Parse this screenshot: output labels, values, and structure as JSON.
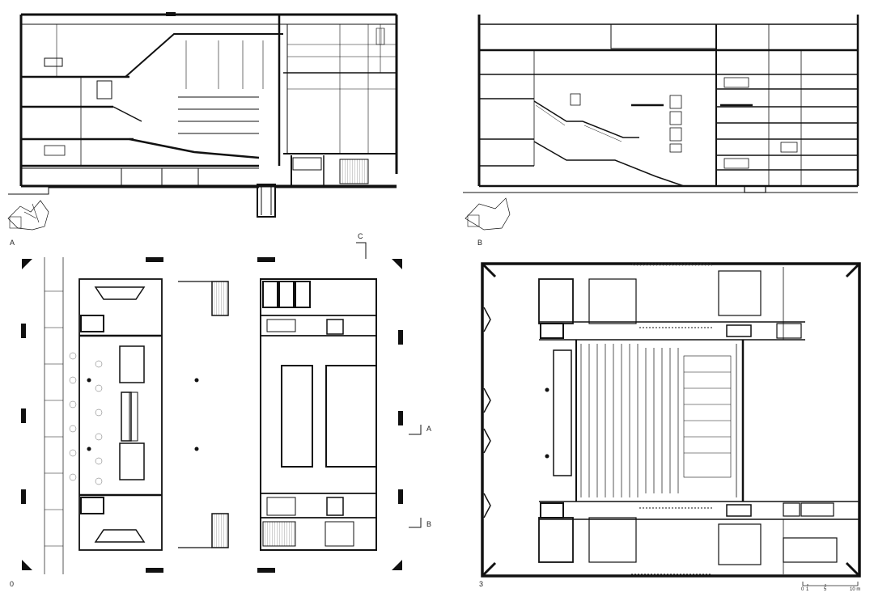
{
  "drawing_labels": {
    "section_a": "A",
    "section_b": "B",
    "plan_ground": "0",
    "plan_level3": "3"
  },
  "section_markers": {
    "a": "A",
    "b": "B",
    "c": "C"
  },
  "scale_bar": {
    "ticks": [
      "0",
      "1",
      "5",
      "10 m"
    ]
  }
}
